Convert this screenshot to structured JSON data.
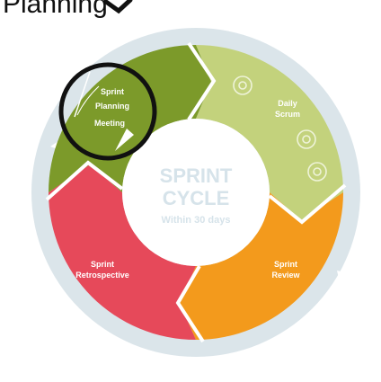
{
  "header": {
    "title_fragment": "Planning"
  },
  "center": {
    "title_line1": "SPRINT",
    "title_line2": "CYCLE",
    "subtitle": "Within 30 days"
  },
  "segments": [
    {
      "id": "planning",
      "lines": [
        "Sprint",
        "Planning",
        "Meeting"
      ],
      "color": "#7c9a2a"
    },
    {
      "id": "scrum",
      "lines": [
        "Daily",
        "Scrum"
      ],
      "color": "#c3d27c"
    },
    {
      "id": "review",
      "lines": [
        "Sprint",
        "Review"
      ],
      "color": "#f39a1c"
    },
    {
      "id": "retro",
      "lines": [
        "Sprint",
        "Retrospective"
      ],
      "color": "#e6495a"
    }
  ],
  "colors": {
    "outer_ring": "#dbe5ea",
    "center": "#ffffff",
    "highlight_ring": "#111111",
    "center_text": "#d6e3ea"
  },
  "icons": [
    "clock-icon",
    "clock-icon",
    "clock-icon",
    "sprint-arrow-icon",
    "arrow-head-icon"
  ]
}
